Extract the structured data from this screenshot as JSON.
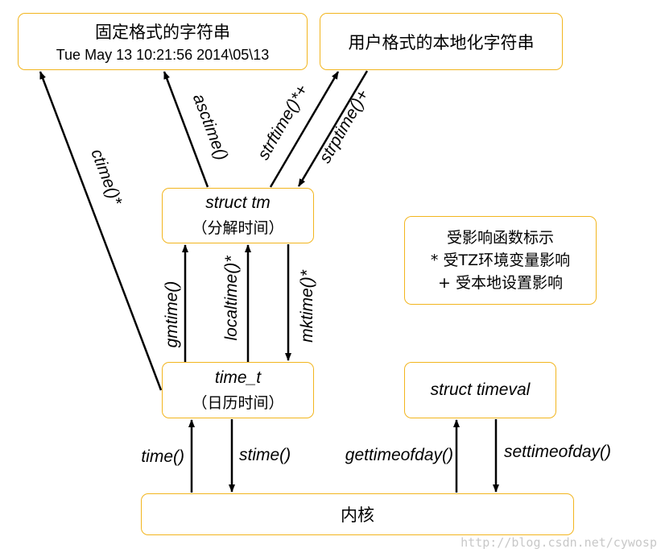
{
  "boxes": {
    "fixed_string": {
      "line1": "固定格式的字符串",
      "line2": "Tue May 13 10:21:56  2014\\05\\13"
    },
    "local_string": {
      "line1": "用户格式的本地化字符串"
    },
    "struct_tm": {
      "line1": "struct tm",
      "line2": "（分解时间）"
    },
    "time_t": {
      "line1": "time_t",
      "line2": "（日历时间）"
    },
    "legend": {
      "line1": "受影响函数标示",
      "line2": "* 受TZ环境变量影响",
      "line3": "+ 受本地设置影响"
    },
    "struct_timeval": {
      "line1": "struct timeval"
    },
    "kernel": {
      "line1": "内核"
    }
  },
  "arrows": {
    "ctime": "ctime()*",
    "asctime": "asctime()",
    "strftime": "strftime()*+",
    "strptime": "strptime()+",
    "gmtime": "gmtime()",
    "localtime": "localtime()*",
    "mktime": "mktime()*",
    "time": "time()",
    "stime": "stime()",
    "gettimeofday": "gettimeofday()",
    "settimeofday": "settimeofday()"
  },
  "watermark": "http://blog.csdn.net/cywosp"
}
